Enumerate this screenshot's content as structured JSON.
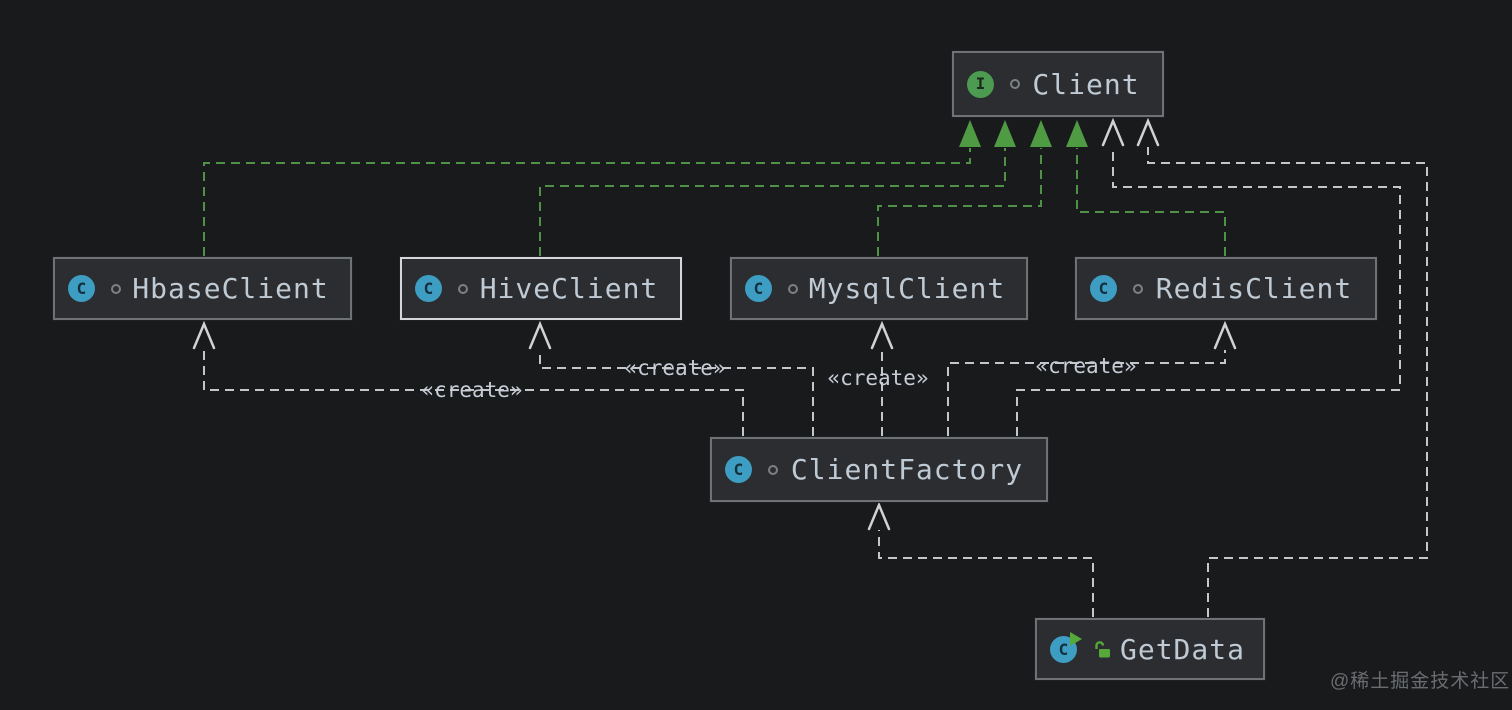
{
  "diagram_title": "UML class diagram — Client factory pattern",
  "icons": {
    "interface_letter": "I",
    "class_letter": "C"
  },
  "nodes": {
    "client": {
      "name": "Client",
      "kind": "interface"
    },
    "hbase": {
      "name": "HbaseClient",
      "kind": "class"
    },
    "hive": {
      "name": "HiveClient",
      "kind": "class",
      "selected": true
    },
    "mysql": {
      "name": "MysqlClient",
      "kind": "class"
    },
    "redis": {
      "name": "RedisClient",
      "kind": "class"
    },
    "factory": {
      "name": "ClientFactory",
      "kind": "class"
    },
    "getdata": {
      "name": "GetData",
      "kind": "class",
      "badges": [
        "run-class-icon",
        "lock-open-icon"
      ]
    }
  },
  "edges": {
    "realizations": [
      {
        "from": "HbaseClient",
        "to": "Client"
      },
      {
        "from": "HiveClient",
        "to": "Client"
      },
      {
        "from": "MysqlClient",
        "to": "Client"
      },
      {
        "from": "RedisClient",
        "to": "Client"
      }
    ],
    "dependencies": [
      {
        "from": "ClientFactory",
        "to": "Client"
      },
      {
        "from": "GetData",
        "to": "Client"
      },
      {
        "from": "GetData",
        "to": "ClientFactory"
      },
      {
        "from": "ClientFactory",
        "to": "HbaseClient",
        "label": "«create»"
      },
      {
        "from": "ClientFactory",
        "to": "HiveClient",
        "label": "«create»"
      },
      {
        "from": "ClientFactory",
        "to": "MysqlClient",
        "label": "«create»"
      },
      {
        "from": "ClientFactory",
        "to": "RedisClient",
        "label": "«create»"
      }
    ]
  },
  "edge_labels": [
    {
      "text": "«create»"
    },
    {
      "text": "«create»"
    },
    {
      "text": "«create»"
    },
    {
      "text": "«create»"
    }
  ],
  "watermark": {
    "text": "@稀土掘金技术社区"
  },
  "colors": {
    "background": "#191a1c",
    "node_bg": "#2b2d30",
    "node_border": "#6f7274",
    "node_border_selected": "#d4d6d8",
    "node_text": "#c0cad4",
    "interface_icon_green": "#4d9b50",
    "class_icon_blue": "#3e9dc2",
    "realization_green": "#4f9245",
    "dependency_gray": "#c3c7c9",
    "create_label_text": "#c7cdd6",
    "watermark_text": "#6a6d70"
  }
}
